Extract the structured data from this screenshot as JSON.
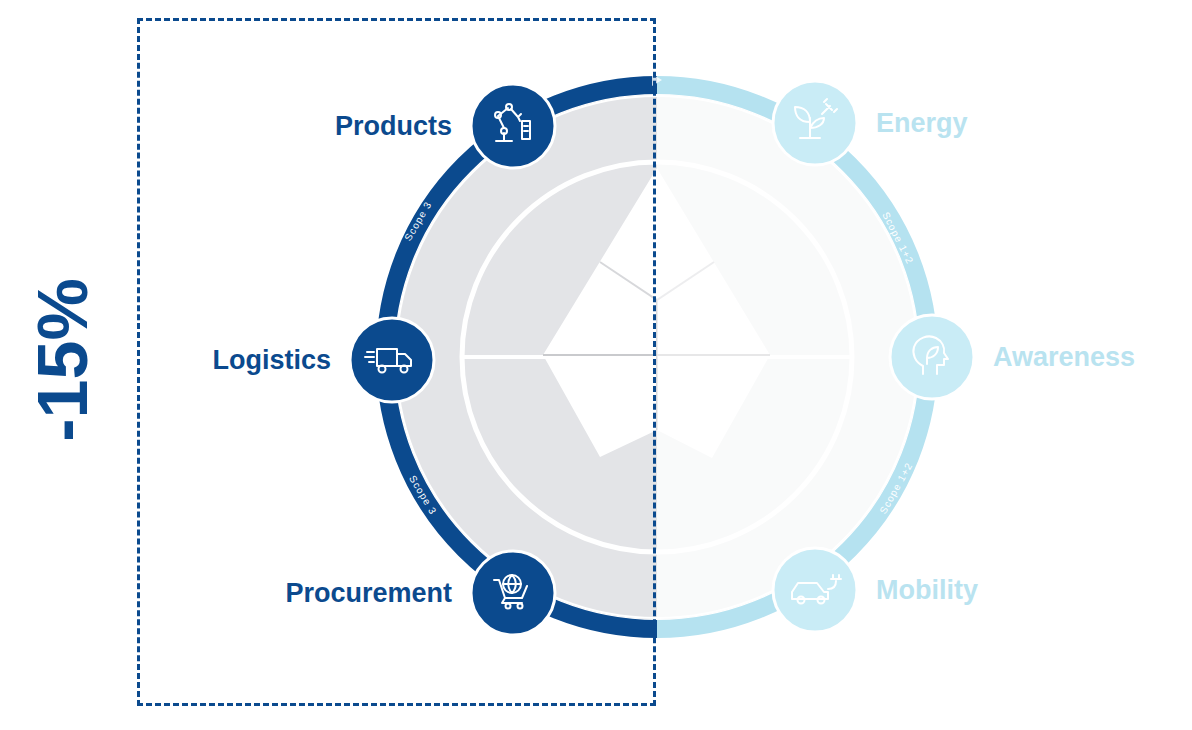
{
  "diagram": {
    "nodes": [
      {
        "text": [
          "-15%"
        ]
      },
      {
        "text": [
          "Products"
        ],
        "in": 0
      },
      {
        "text": [
          "Logistics"
        ],
        "in": 0
      },
      {
        "text": [
          "Procurement"
        ],
        "in": 0
      },
      {
        "text": [
          "Energy"
        ]
      },
      {
        "text": [
          "Awareness"
        ]
      },
      {
        "text": [
          "Mobility"
        ]
      }
    ],
    "labels": [
      "Scope 3",
      "Scope 3",
      "Scope 1+2",
      "Scope 1+2"
    ]
  }
}
